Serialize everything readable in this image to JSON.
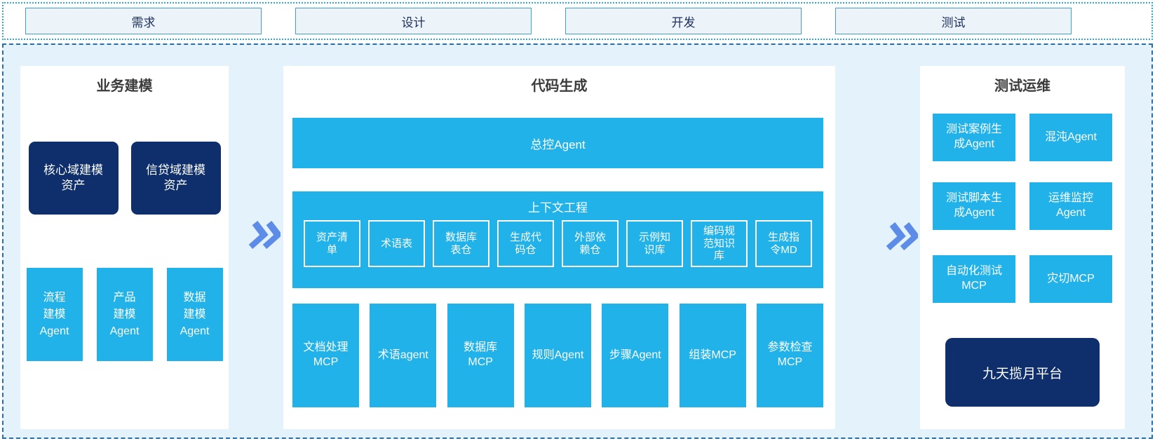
{
  "phases": [
    "需求",
    "设计",
    "开发",
    "测试"
  ],
  "business_modeling": {
    "title": "业务建模",
    "assets": [
      "核心域建模\n资产",
      "信贷域建模\n资产"
    ],
    "agents": [
      "流程\n建模\nAgent",
      "产品\n建模\nAgent",
      "数据\n建模\nAgent"
    ]
  },
  "code_generation": {
    "title": "代码生成",
    "master_agent": "总控Agent",
    "context": {
      "title": "上下文工程",
      "items": [
        "资产清\n单",
        "术语表",
        "数据库\n表仓",
        "生成代\n码仓",
        "外部依\n赖仓",
        "示例知\n识库",
        "编码规\n范知识\n库",
        "生成指\n令MD"
      ]
    },
    "tools": [
      "文档处理\nMCP",
      "术语agent",
      "数据库\nMCP",
      "规则Agent",
      "步骤Agent",
      "组装MCP",
      "参数检查\nMCP"
    ]
  },
  "test_ops": {
    "title": "测试运维",
    "boxes": [
      "测试案例生\n成Agent",
      "混沌Agent",
      "测试脚本生\n成Agent",
      "运维监控\nAgent",
      "自动化测试\nMCP",
      "灾切MCP"
    ],
    "platform": "九天揽月平台"
  },
  "colors": {
    "accent_cyan": "#20b2e8",
    "dark_navy": "#0e2f6b",
    "chevron_blue": "#5c8ce8",
    "canvas_bg": "#e4f2fb",
    "phase_border": "#3fa0d4",
    "dashed_border": "#2a6ea9"
  }
}
